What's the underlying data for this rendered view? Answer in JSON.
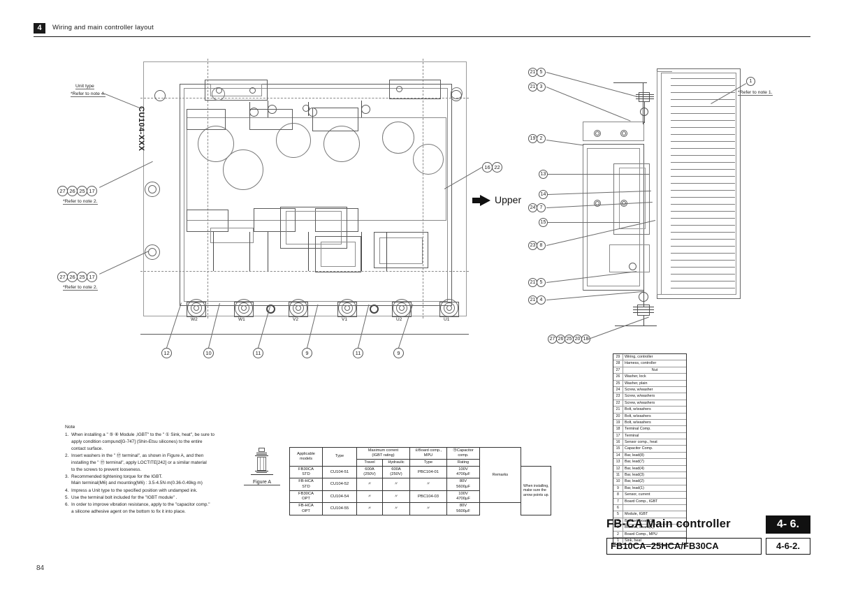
{
  "header": {
    "chapter_number": "4",
    "title": "Wiring and main controller layout"
  },
  "page_number": "84",
  "left_drawing": {
    "unit_type_label": "Unit type",
    "unit_type_note": "*Refer to note 4.",
    "unit_type_text": "CU104-XXX",
    "callout_left_upper": [
      "27",
      "26",
      "25",
      "17"
    ],
    "callout_left_upper_note": "*Refer to note 2.",
    "callout_left_lower": [
      "27",
      "26",
      "25",
      "17"
    ],
    "callout_left_lower_note": "*Refer to note 2.",
    "callout_top_right": [
      "16",
      "22"
    ],
    "terminal_labels": [
      "W2",
      "W1",
      "V2",
      "V1",
      "U2",
      "U1"
    ],
    "bottom_callouts": [
      "12",
      "10",
      "11",
      "9",
      "11",
      "9"
    ]
  },
  "upper_marker": {
    "label": "Upper",
    "icon": "arrow-right-icon"
  },
  "right_drawing": {
    "callouts": [
      {
        "bubbles": [
          "21",
          "5"
        ]
      },
      {
        "bubbles": [
          "21",
          "3"
        ]
      },
      {
        "bubbles": [
          "19",
          "2"
        ]
      },
      {
        "bubbles": [
          "13"
        ]
      },
      {
        "bubbles": [
          "14"
        ]
      },
      {
        "bubbles": [
          "24",
          "7"
        ]
      },
      {
        "bubbles": [
          "15"
        ]
      },
      {
        "bubbles": [
          "23",
          "8"
        ]
      },
      {
        "bubbles": [
          "21",
          "5"
        ]
      },
      {
        "bubbles": [
          "21",
          "4"
        ]
      }
    ],
    "bottom_callout": [
      "27",
      "26",
      "25",
      "20",
      "18"
    ],
    "note_callout": "1",
    "note_callout_text": "*Refer to note 1."
  },
  "note": {
    "heading": "Note",
    "items": [
      {
        "num": "1.",
        "lines": [
          "When installing a \" ⑤ ⑥ Module ,IGBT\" to the \" ① Sink, heat\",  be sure to",
          "apply condition compund[G-747]  (Shin-Etsu silicones) to the entire",
          "contact surface."
        ]
      },
      {
        "num": "2.",
        "lines": [
          "Insert washers in the \" ⑰ terminal\", as shown in Figure A, and then",
          "installing the \" ⑰ terminal\", apply LOCTITE[242] or a similar material",
          "to the screws to prevent looseness."
        ]
      },
      {
        "num": "3.",
        "lines": [
          "Recommended tightening torque for the IGBT.",
          "Main terminal(M6) and mounting(M6) : 3.5-4.5N·m(0.36-0.49kg·m)"
        ]
      },
      {
        "num": "4.",
        "lines": [
          "Impress a Unit type to the specified position with undamped ink."
        ]
      },
      {
        "num": "5.",
        "lines": [
          "Use the terminal bolt included for the \"IGBT module\" ."
        ]
      },
      {
        "num": "6.",
        "lines": [
          "In order to improve vibration resistance, apply to the \"capacitor comp.\"",
          "a silicone adhesive agent  on the bottom to fix it into place."
        ]
      }
    ]
  },
  "figure_a": {
    "caption": "Figure A"
  },
  "spec_table": {
    "headers": {
      "applicable_models": "Applicable\nmodels",
      "type": "Type",
      "maximum_current": "Maximum corrent\n(IGBT rating)",
      "travel": "Travel",
      "hydraulic": "Hydraulic",
      "board_comp": "②Board comp.,\nMPU",
      "board_type": "Type",
      "capacitor_comp": "⑮Capacitor\ncomp.",
      "capacitor_rating": "Rating",
      "remarks": "Remarks"
    },
    "rows": [
      {
        "model": "FB30CA\nSTD",
        "type": "CU104-51",
        "travel": "600A\n(250V)",
        "hydraulic": "600A\n(250V)",
        "board_type": "PBC104-01",
        "capacitor_rating": "100V\n4700μF"
      },
      {
        "model": "FB-HCA\nSTD",
        "type": "CU104-52",
        "travel": "〃",
        "hydraulic": "〃",
        "board_type": "〃",
        "capacitor_rating": "80V\n5600μF"
      },
      {
        "model": "FB30CA\nOPT",
        "type": "CU104-54",
        "travel": "〃",
        "hydraulic": "〃",
        "board_type": "PBC104-03",
        "capacitor_rating": "100V\n4700μF"
      },
      {
        "model": "FB-HCA\nOPT",
        "type": "CU104-55",
        "travel": "〃",
        "hydraulic": "〃",
        "board_type": "〃",
        "capacitor_rating": "80V\n5600μF"
      }
    ],
    "remarks_text": "When installing,\nmake sure the\narrow points up."
  },
  "parts_list": [
    {
      "no": "29",
      "name": "Wiring, controller"
    },
    {
      "no": "28",
      "name": "Harness, controller"
    },
    {
      "no": "27",
      "name": "Nut",
      "center": true
    },
    {
      "no": "26",
      "name": "Washer, lock"
    },
    {
      "no": "25",
      "name": "Washer, plain"
    },
    {
      "no": "24",
      "name": "Screw, w/washer"
    },
    {
      "no": "23",
      "name": "Screw, w/washers"
    },
    {
      "no": "22",
      "name": "Screw, w/washers"
    },
    {
      "no": "21",
      "name": "Bolt, w/washers"
    },
    {
      "no": "20",
      "name": "Bolt, w/washers"
    },
    {
      "no": "19",
      "name": "Bolt, w/washers"
    },
    {
      "no": "18",
      "name": "Terminal Comp."
    },
    {
      "no": "17",
      "name": "Terminal"
    },
    {
      "no": "16",
      "name": "Sensor comp., heat"
    },
    {
      "no": "15",
      "name": "Capacitor Comp."
    },
    {
      "no": "14",
      "name": "Bar, lead(8)"
    },
    {
      "no": "13",
      "name": "Bar, lead(7)"
    },
    {
      "no": "12",
      "name": "Bar, lead(4)"
    },
    {
      "no": "11",
      "name": "Bar, lead(3)"
    },
    {
      "no": "10",
      "name": "Bar, lead(2)"
    },
    {
      "no": "9",
      "name": "Bar, lead(1)"
    },
    {
      "no": "8",
      "name": "Sensor, current"
    },
    {
      "no": "7",
      "name": "Board Comp., IGBT"
    },
    {
      "no": "6",
      "name": ""
    },
    {
      "no": "5",
      "name": "Module, IGBT"
    },
    {
      "no": "4",
      "name": "Bracket, board(2)"
    },
    {
      "no": "3",
      "name": "Bracket, board(1)"
    },
    {
      "no": "2",
      "name": "Board Comp., MPU"
    },
    {
      "no": "1",
      "name": "Sink, heat"
    }
  ],
  "title_block": {
    "main_title": "FB-CA  Main controller",
    "section": "4- 6.",
    "models": "FB10CA–25HCA/FB30CA",
    "subsection": "4-6-2."
  }
}
